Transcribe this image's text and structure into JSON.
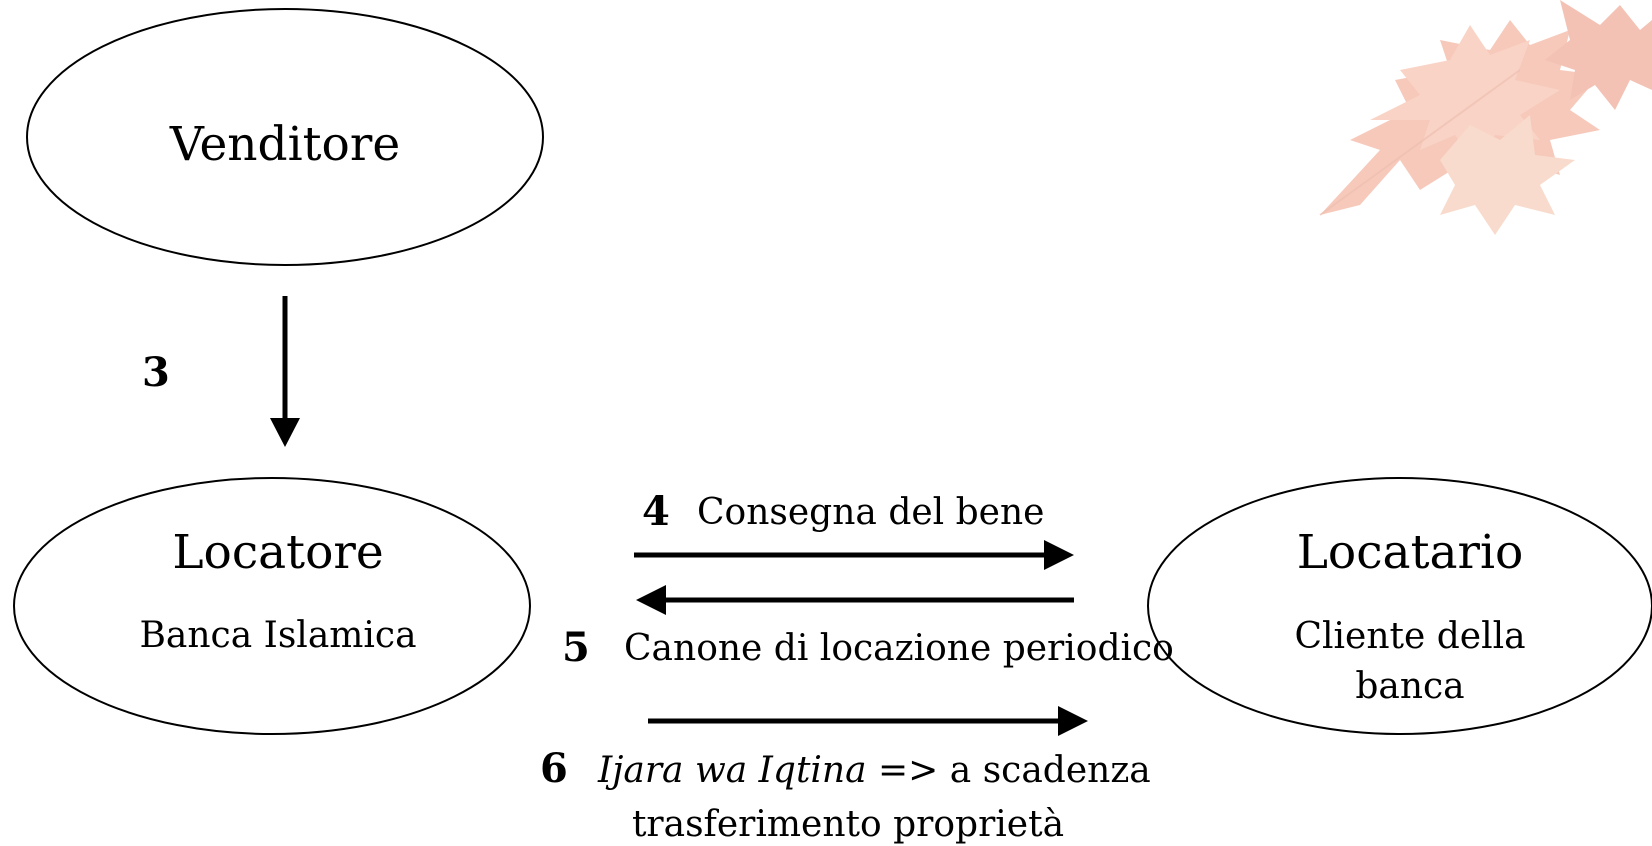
{
  "nodes": {
    "seller": {
      "title": "Venditore"
    },
    "lessor": {
      "title": "Locatore",
      "subtitle": "Banca Islamica"
    },
    "lessee": {
      "title": "Locatario",
      "subtitle_line1": "Cliente della",
      "subtitle_line2": "banca"
    }
  },
  "steps": {
    "step3": {
      "number": "3"
    },
    "step4": {
      "number": "4",
      "label": "Consegna del bene"
    },
    "step5": {
      "number": "5",
      "label": "Canone di locazione periodico"
    },
    "step6": {
      "number": "6",
      "label_italic": "Ijara wa Iqtina",
      "label_rest": " => a scadenza",
      "label_line2": "trasferimento proprietà"
    }
  },
  "decoration": {
    "icon": "autumn-leaves-watermark",
    "color": "#e9785a"
  },
  "colors": {
    "line": "#000000",
    "background": "#ffffff"
  }
}
